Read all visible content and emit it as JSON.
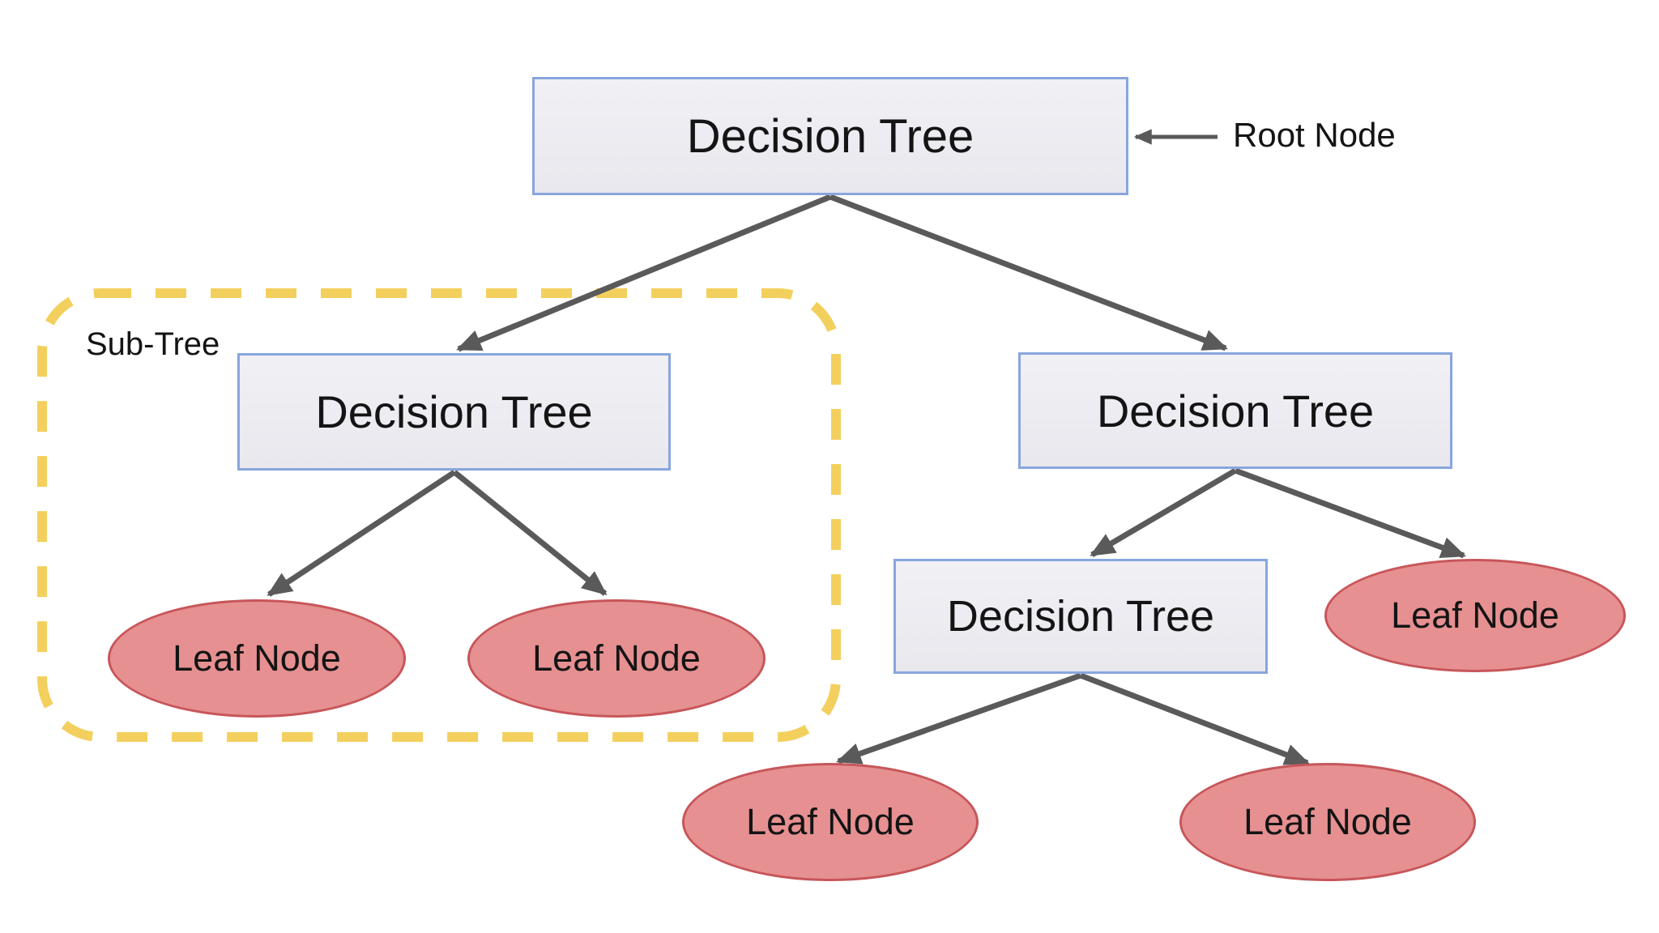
{
  "diagram": {
    "title_implicit": "Decision Tree structure diagram",
    "colors": {
      "background": "#ffffff",
      "box_fill": "#ececf1",
      "box_border": "#87a6dd",
      "leaf_fill": "#e69091",
      "leaf_border": "#c7565a",
      "arrow": "#5a5a5a",
      "subtree_dash": "#f3d05e",
      "text": "#141414"
    },
    "nodes": {
      "root": {
        "label": "Decision Tree",
        "shape": "rectangle",
        "level": 1
      },
      "left": {
        "label": "Decision Tree",
        "shape": "rectangle",
        "level": 2
      },
      "right": {
        "label": "Decision Tree",
        "shape": "rectangle",
        "level": 2
      },
      "mid": {
        "label": "Decision Tree",
        "shape": "rectangle",
        "level": 3
      },
      "leaf_l1": {
        "label": "Leaf Node",
        "shape": "ellipse",
        "level": 3
      },
      "leaf_l2": {
        "label": "Leaf Node",
        "shape": "ellipse",
        "level": 3
      },
      "leaf_r": {
        "label": "Leaf Node",
        "shape": "ellipse",
        "level": 3
      },
      "leaf_b1": {
        "label": "Leaf Node",
        "shape": "ellipse",
        "level": 4
      },
      "leaf_b2": {
        "label": "Leaf Node",
        "shape": "ellipse",
        "level": 4
      }
    },
    "edges": [
      {
        "from": "root",
        "to": "left"
      },
      {
        "from": "root",
        "to": "right"
      },
      {
        "from": "left",
        "to": "leaf_l1"
      },
      {
        "from": "left",
        "to": "leaf_l2"
      },
      {
        "from": "right",
        "to": "mid"
      },
      {
        "from": "right",
        "to": "leaf_r"
      },
      {
        "from": "mid",
        "to": "leaf_b1"
      },
      {
        "from": "mid",
        "to": "leaf_b2"
      }
    ],
    "annotations": {
      "root_pointer_label": "Root Node",
      "subtree_label": "Sub-Tree",
      "subtree_contains": [
        "left",
        "leaf_l1",
        "leaf_l2"
      ]
    }
  }
}
